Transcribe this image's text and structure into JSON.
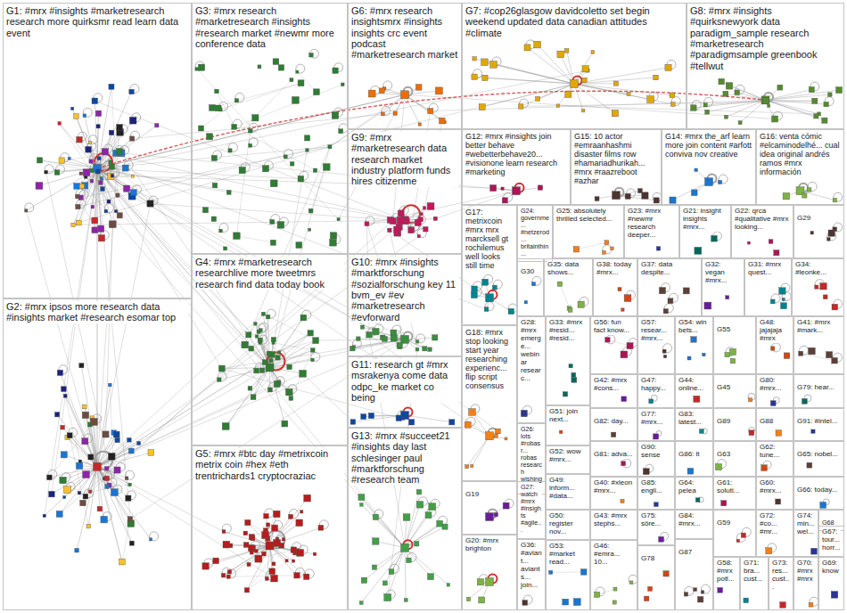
{
  "diagram": {
    "nodes": [
      {
        "text": [
          "G1: #mrx #insights #marketresearch research more quirksmr read learn data event"
        ]
      },
      {
        "text": [
          "G3: #mrx research #marketresearch #insights #research market #newmr more conference data"
        ]
      },
      {
        "text": [
          "G6: #mrx research insightsmrx #insights insights crc event podcast #marketresearch market"
        ]
      },
      {
        "text": [
          "G7: #cop26glasgow davidcoletto set begin weekend updated data canadian attitudes #climate"
        ]
      },
      {
        "text": [
          "G8: #mrx #insights #quirksnewyork data paradigm_sample research #marketresearch #paradigmsample greenbook #tellwut"
        ]
      },
      {
        "text": [
          "G9: #mrx #marketresearch data research market industry platform funds hires citizenme"
        ]
      },
      {
        "text": [
          "G12: #mrx #insights join better behave #webetterbehave20... #visionone learn research #marketing"
        ]
      },
      {
        "text": [
          "G15: 10 actor #emraanhashmi disaster films row #hamariadhurikah... #mrx #raazreboot #azhar"
        ]
      },
      {
        "text": [
          "G14: #mrx the_arf learn more join content #arfott conviva nov creative"
        ]
      },
      {
        "text": [
          "G16: venta cómic #elcaminodelhé... cual idea original andrés ramos #mrx información"
        ]
      },
      {
        "text": [
          "G2: #mrx ipsos more research data #insights market #research esomar top"
        ]
      },
      {
        "text": [
          "G4: #mrx #marketresearch researchlive more tweetmrs research find data today book"
        ]
      },
      {
        "text": [
          "G10: #mrx #insights #marktforschung #sozialforschung key 11 bvm_ev #ev #marketresearch #evforward"
        ]
      },
      {
        "text": [
          "G17: metrixcoin #mrx mrx marcksell gt rochilemus well looks still time"
        ]
      },
      {
        "text": [
          "G24: governme... #netzerod... britainthin..."
        ]
      },
      {
        "text": [
          "G25: absolutely thrilled selected..."
        ]
      },
      {
        "text": [
          "G23: #mrx #newmr research deeper..."
        ]
      },
      {
        "text": [
          "G21: insight insights #mrx..."
        ]
      },
      {
        "text": [
          "G22: qrca #qualitative #mrx looking..."
        ]
      },
      {
        "text": [
          "G29"
        ]
      },
      {
        "text": [
          "G30"
        ]
      },
      {
        "text": [
          "G35: data shows..."
        ]
      },
      {
        "text": [
          "G38: today #mrx..."
        ]
      },
      {
        "text": [
          "G37: data despite..."
        ]
      },
      {
        "text": [
          "G32: vegan #mrx..."
        ]
      },
      {
        "text": [
          "G31: #mrx quest..."
        ]
      },
      {
        "text": [
          "G34: #leonke..."
        ]
      },
      {
        "text": [
          "G18: #mrx stop looking start year researching experienc... flip script consensus"
        ]
      },
      {
        "text": [
          "G28: #mrx emerge... webinar researc..."
        ]
      },
      {
        "text": [
          "G33: #mrx #resid... #resid..."
        ]
      },
      {
        "text": [
          "G56: fun fact know..."
        ]
      },
      {
        "text": [
          "G57: resear... #mrx..."
        ]
      },
      {
        "text": [
          "G54: win bets..."
        ]
      },
      {
        "text": [
          "G55"
        ]
      },
      {
        "text": [
          "G48: jajajaja #mrx"
        ]
      },
      {
        "text": [
          "G41: #mrx #mark..."
        ]
      },
      {
        "text": [
          "G42: #mrx #cons..."
        ]
      },
      {
        "text": [
          "G47: happy..."
        ]
      },
      {
        "text": [
          "G44: online..."
        ]
      },
      {
        "text": [
          "G45"
        ]
      },
      {
        "text": [
          "G80: #mrx..."
        ]
      },
      {
        "text": [
          "G79: hear..."
        ]
      },
      {
        "text": [
          "G11: research gt #mrx msrakenya come data odpc_ke market co being"
        ]
      },
      {
        "text": [
          "G5: #mrx #btc day #metrixcoin metrix coin #hex #eth trentrichards1 cryptocraziac"
        ]
      },
      {
        "text": [
          "G13: #mrx #succeet21 #insights day last schlesinger paul #marktforschung #research team"
        ]
      },
      {
        "text": [
          "G26: lots #robasr... robas research wishing..."
        ]
      },
      {
        "text": [
          "G51: join next..."
        ]
      },
      {
        "text": [
          "G82: day..."
        ]
      },
      {
        "text": [
          "G77: #mrx..."
        ]
      },
      {
        "text": [
          "G83: latest..."
        ]
      },
      {
        "text": [
          "G89"
        ]
      },
      {
        "text": [
          "G88"
        ]
      },
      {
        "text": [
          "G91: #intel..."
        ]
      },
      {
        "text": [
          "G52: wow #mrx..."
        ]
      },
      {
        "text": [
          "G81: adva..."
        ]
      },
      {
        "text": [
          "G90: sense"
        ]
      },
      {
        "text": [
          "G86: lt"
        ]
      },
      {
        "text": [
          "G63"
        ]
      },
      {
        "text": [
          "G62: tune..."
        ]
      },
      {
        "text": [
          "G65: nobel..."
        ]
      },
      {
        "text": [
          "G19"
        ]
      },
      {
        "text": [
          "G27: watch #mrx #insights #agile..."
        ]
      },
      {
        "text": [
          "G49: inform... #data..."
        ]
      },
      {
        "text": [
          "G40: #xleon #mrx..."
        ]
      },
      {
        "text": [
          "G85: engli..."
        ]
      },
      {
        "text": [
          "G64: pelea"
        ]
      },
      {
        "text": [
          "G61: soluti..."
        ]
      },
      {
        "text": [
          "G60: #mrx..."
        ]
      },
      {
        "text": [
          "G66: today..."
        ]
      },
      {
        "text": [
          "G20: #mrx brighton"
        ]
      },
      {
        "text": [
          "G50: register nov..."
        ]
      },
      {
        "text": [
          "G43: #mrx stephs..."
        ]
      },
      {
        "text": [
          "G75: söre..."
        ]
      },
      {
        "text": [
          "G84: #mrx..."
        ]
      },
      {
        "text": [
          "G59"
        ]
      },
      {
        "text": [
          "G72: #co... #mr..."
        ]
      },
      {
        "text": [
          "G74: min... wel..."
        ]
      },
      {
        "text": [
          "G68"
        ]
      },
      {
        "text": [
          "G67: tour... horr..."
        ]
      },
      {
        "text": [
          "G36: #aviant... aviants... join..."
        ]
      },
      {
        "text": [
          "G53: #market read..."
        ]
      },
      {
        "text": [
          "G46: #emra... 10..."
        ]
      },
      {
        "text": [
          "G78"
        ]
      },
      {
        "text": [
          "G87"
        ]
      },
      {
        "text": [
          "G58: #mrx potl..."
        ]
      },
      {
        "text": [
          "G71: bra... cust..."
        ]
      },
      {
        "text": [
          "G73: res... cust..."
        ]
      },
      {
        "text": [
          "G70: #mrx #mrx"
        ]
      },
      {
        "text": [
          "G69: know"
        ]
      }
    ]
  }
}
